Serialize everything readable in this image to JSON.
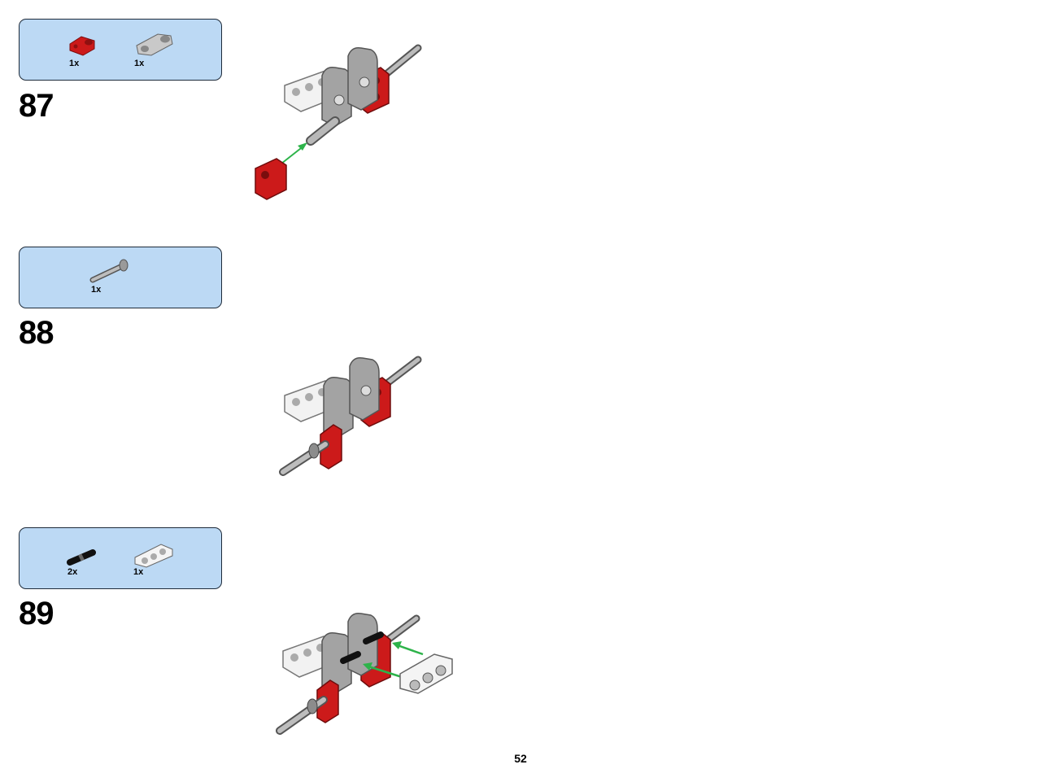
{
  "steps": [
    {
      "number": "87",
      "parts": [
        {
          "qty": "1x",
          "icon": "red-cross-block-icon"
        },
        {
          "qty": "1x",
          "icon": "grey-pin-connector-icon"
        }
      ]
    },
    {
      "number": "88",
      "parts": [
        {
          "qty": "1x",
          "icon": "grey-axle-pin-icon"
        }
      ]
    },
    {
      "number": "89",
      "parts": [
        {
          "qty": "2x",
          "icon": "black-friction-pin-icon"
        },
        {
          "qty": "1x",
          "icon": "white-liftarm-3-icon"
        }
      ]
    }
  ],
  "page_number": "52",
  "colors": {
    "parts_box": "#bcd9f4",
    "arrow": "#2db34a",
    "red_part": "#cc1a1a",
    "grey_part": "#9a9a9a"
  }
}
